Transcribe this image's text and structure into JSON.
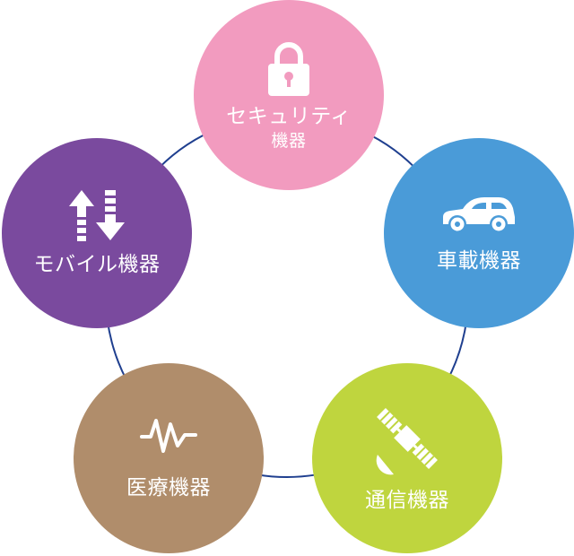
{
  "colors": {
    "ring": "#1f3f8f",
    "security": "#f29bbf",
    "car": "#4a9bd8",
    "communication": "#bfd53e",
    "medical": "#b08d6b",
    "mobile": "#7a4a9e"
  },
  "nodes": {
    "security": {
      "label_line1": "セキュリティ",
      "label_line2": "機器",
      "icon": "lock-icon"
    },
    "car": {
      "label": "車載機器",
      "icon": "car-icon"
    },
    "communication": {
      "label": "通信機器",
      "icon": "satellite-icon"
    },
    "medical": {
      "label": "医療機器",
      "icon": "pulse-icon"
    },
    "mobile": {
      "label": "モバイル機器",
      "icon": "up-down-arrows-icon"
    }
  }
}
